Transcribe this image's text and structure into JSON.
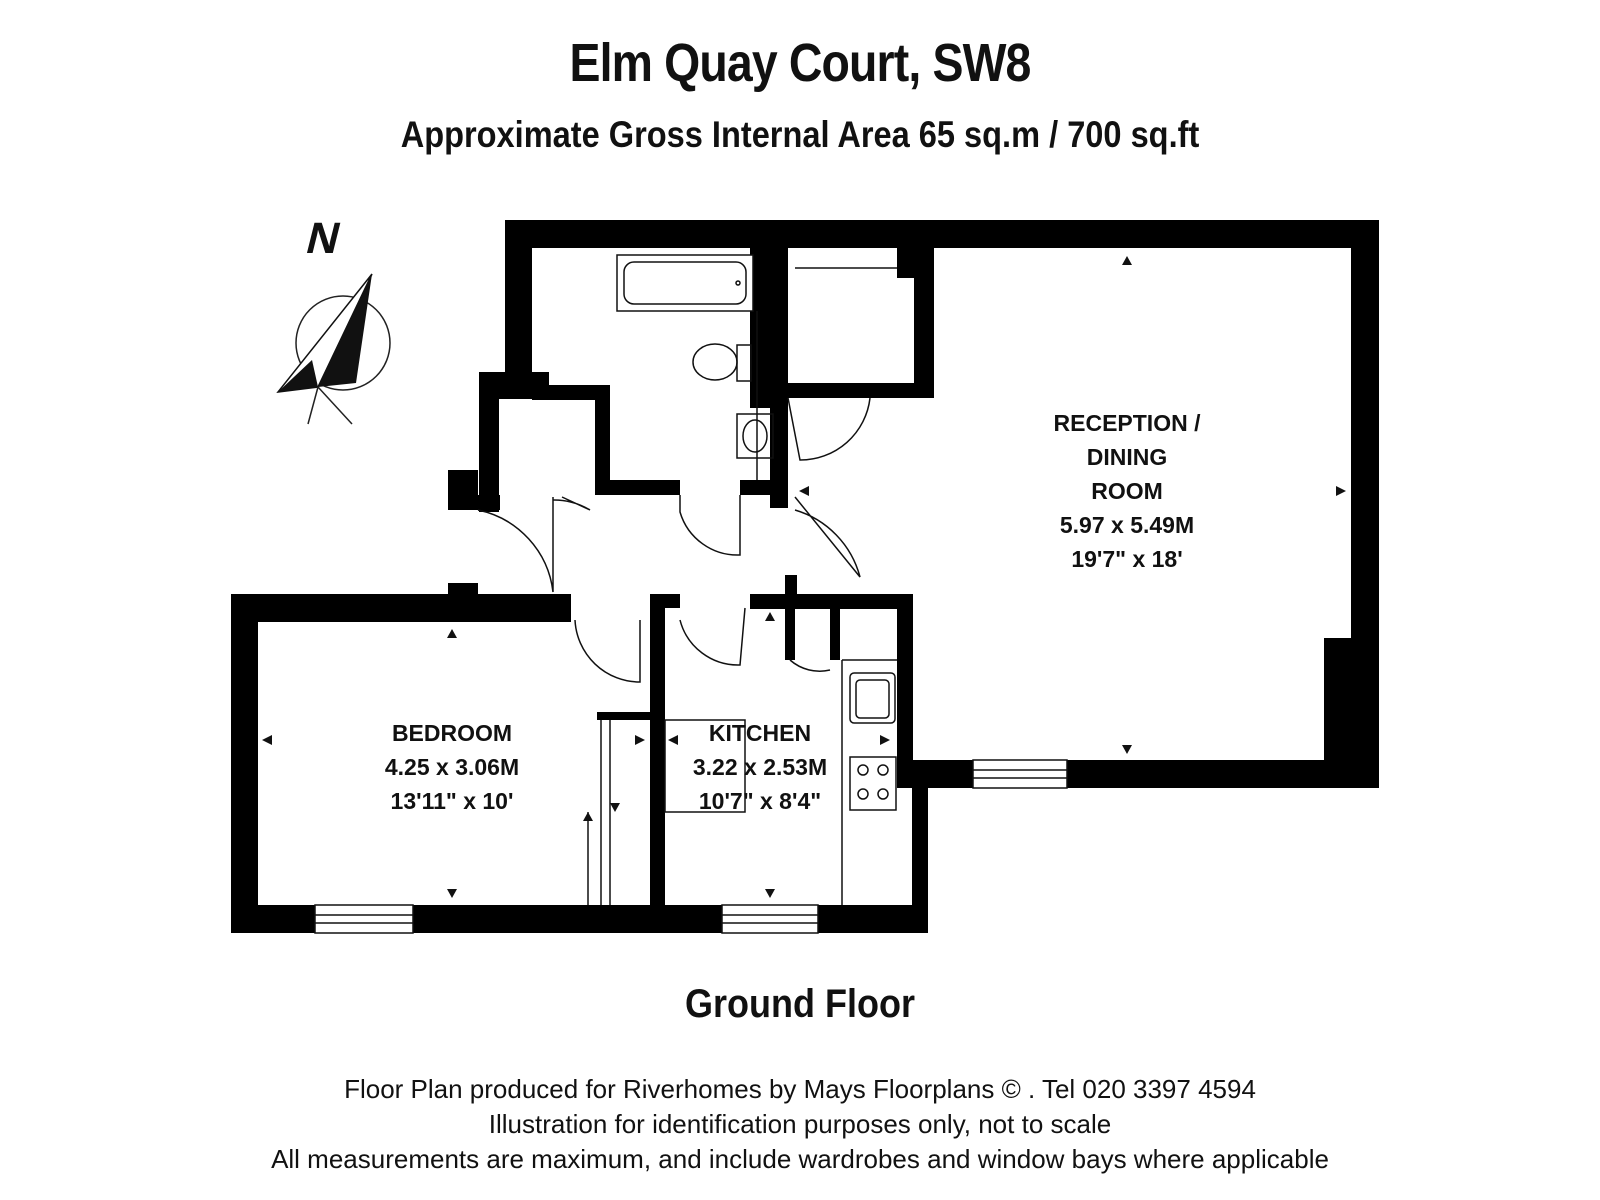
{
  "header": {
    "title": "Elm Quay Court, SW8",
    "area": "Approximate Gross Internal Area  65 sq.m  /  700 sq.ft"
  },
  "compass": {
    "label": "N",
    "icon": "north-arrow-icon"
  },
  "rooms": {
    "reception": {
      "name1": "RECEPTION /",
      "name2": "DINING",
      "name3": "ROOM",
      "metric": "5.97 x 5.49M",
      "imperial": "19'7\" x 18'"
    },
    "bedroom": {
      "name": "BEDROOM",
      "metric": "4.25 x 3.06M",
      "imperial": "13'11\" x 10'"
    },
    "kitchen": {
      "name": "KITCHEN",
      "metric": "3.22 x 2.53M",
      "imperial": "10'7\" x 8'4\""
    }
  },
  "floor": {
    "label": "Ground Floor"
  },
  "footer": {
    "line1": "Floor Plan produced for Riverhomes by Mays Floorplans  © . Tel 020 3397 4594",
    "line2": "Illustration for identification purposes only, not to scale",
    "line3": "All measurements are maximum, and include wardrobes and window bays where applicable"
  },
  "colors": {
    "wall": "#000000",
    "line": "#111111",
    "background": "#ffffff"
  }
}
